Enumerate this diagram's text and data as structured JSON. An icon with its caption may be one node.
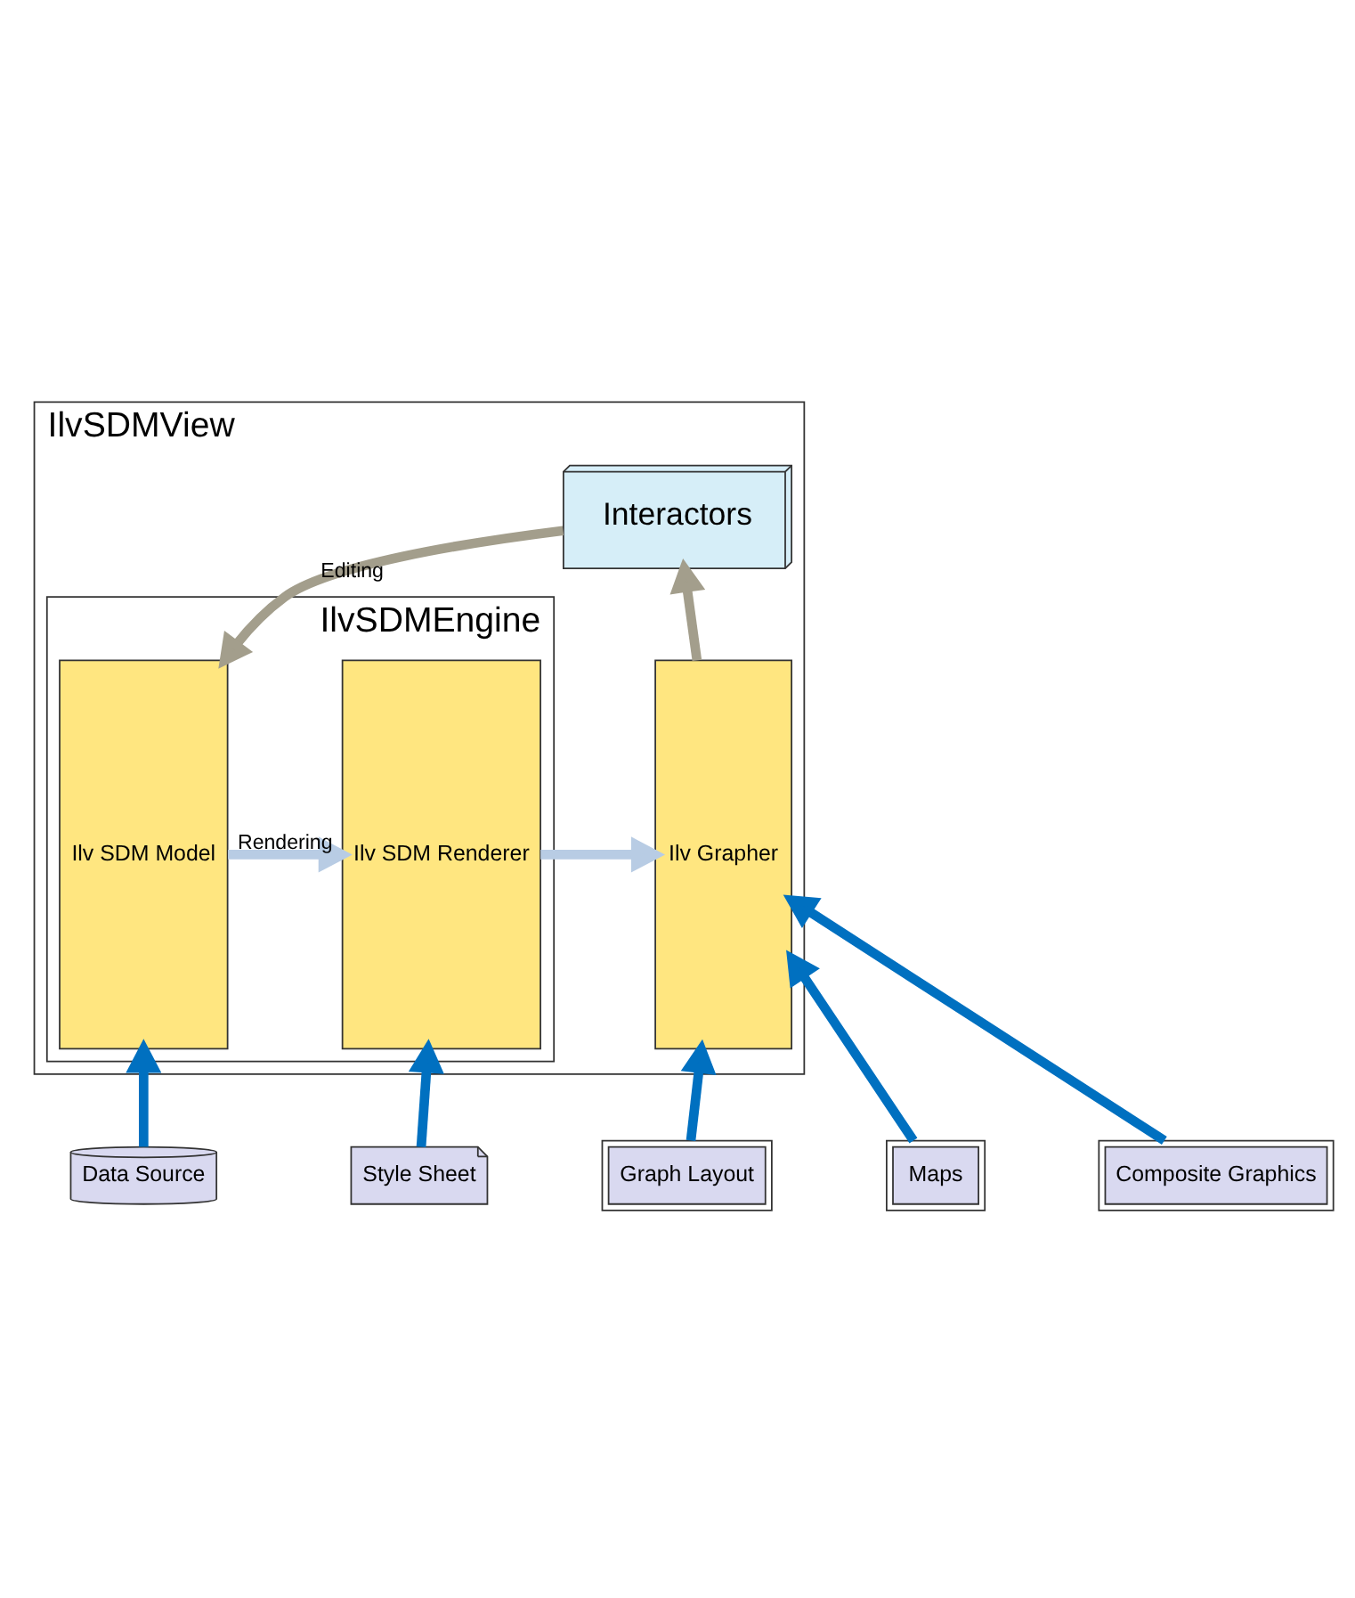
{
  "diagram": {
    "nodes": [
      {
        "text": [
          "IlvSDMView"
        ]
      },
      {
        "text": [
          "Interactors"
        ],
        "in": 0
      },
      {
        "text": [
          "IlvSDMEngine"
        ],
        "in": 0
      },
      {
        "text": [
          "Ilv SDM Model"
        ],
        "in": 2
      },
      {
        "text": [
          "Ilv SDM Renderer"
        ],
        "in": 2
      },
      {
        "text": [
          "Ilv Grapher"
        ],
        "in": 0
      },
      {
        "text": [
          "Data Source"
        ]
      },
      {
        "text": [
          "Style Sheet"
        ]
      },
      {
        "text": [
          "Graph Layout"
        ]
      },
      {
        "text": [
          "Maps"
        ]
      },
      {
        "text": [
          "Composite Graphics"
        ]
      }
    ],
    "edges": [
      {
        "from": 1,
        "to": 3,
        "arrow": "to",
        "label": "Editing",
        "color": "#a39e8c"
      },
      {
        "from": 3,
        "to": 4,
        "arrow": "to",
        "label": "Rendering",
        "color": "#b8cce4"
      },
      {
        "from": 4,
        "to": 5,
        "arrow": "to",
        "color": "#b8cce4"
      },
      {
        "from": 5,
        "to": 1,
        "arrow": "to",
        "color": "#a39e8c"
      },
      {
        "from": 6,
        "to": 3,
        "arrow": "to"
      },
      {
        "from": 7,
        "to": 4,
        "arrow": "to"
      },
      {
        "from": 8,
        "to": 5,
        "arrow": "to"
      },
      {
        "from": 9,
        "to": 5,
        "arrow": "to"
      },
      {
        "from": 10,
        "to": 5,
        "arrow": "to"
      }
    ]
  }
}
